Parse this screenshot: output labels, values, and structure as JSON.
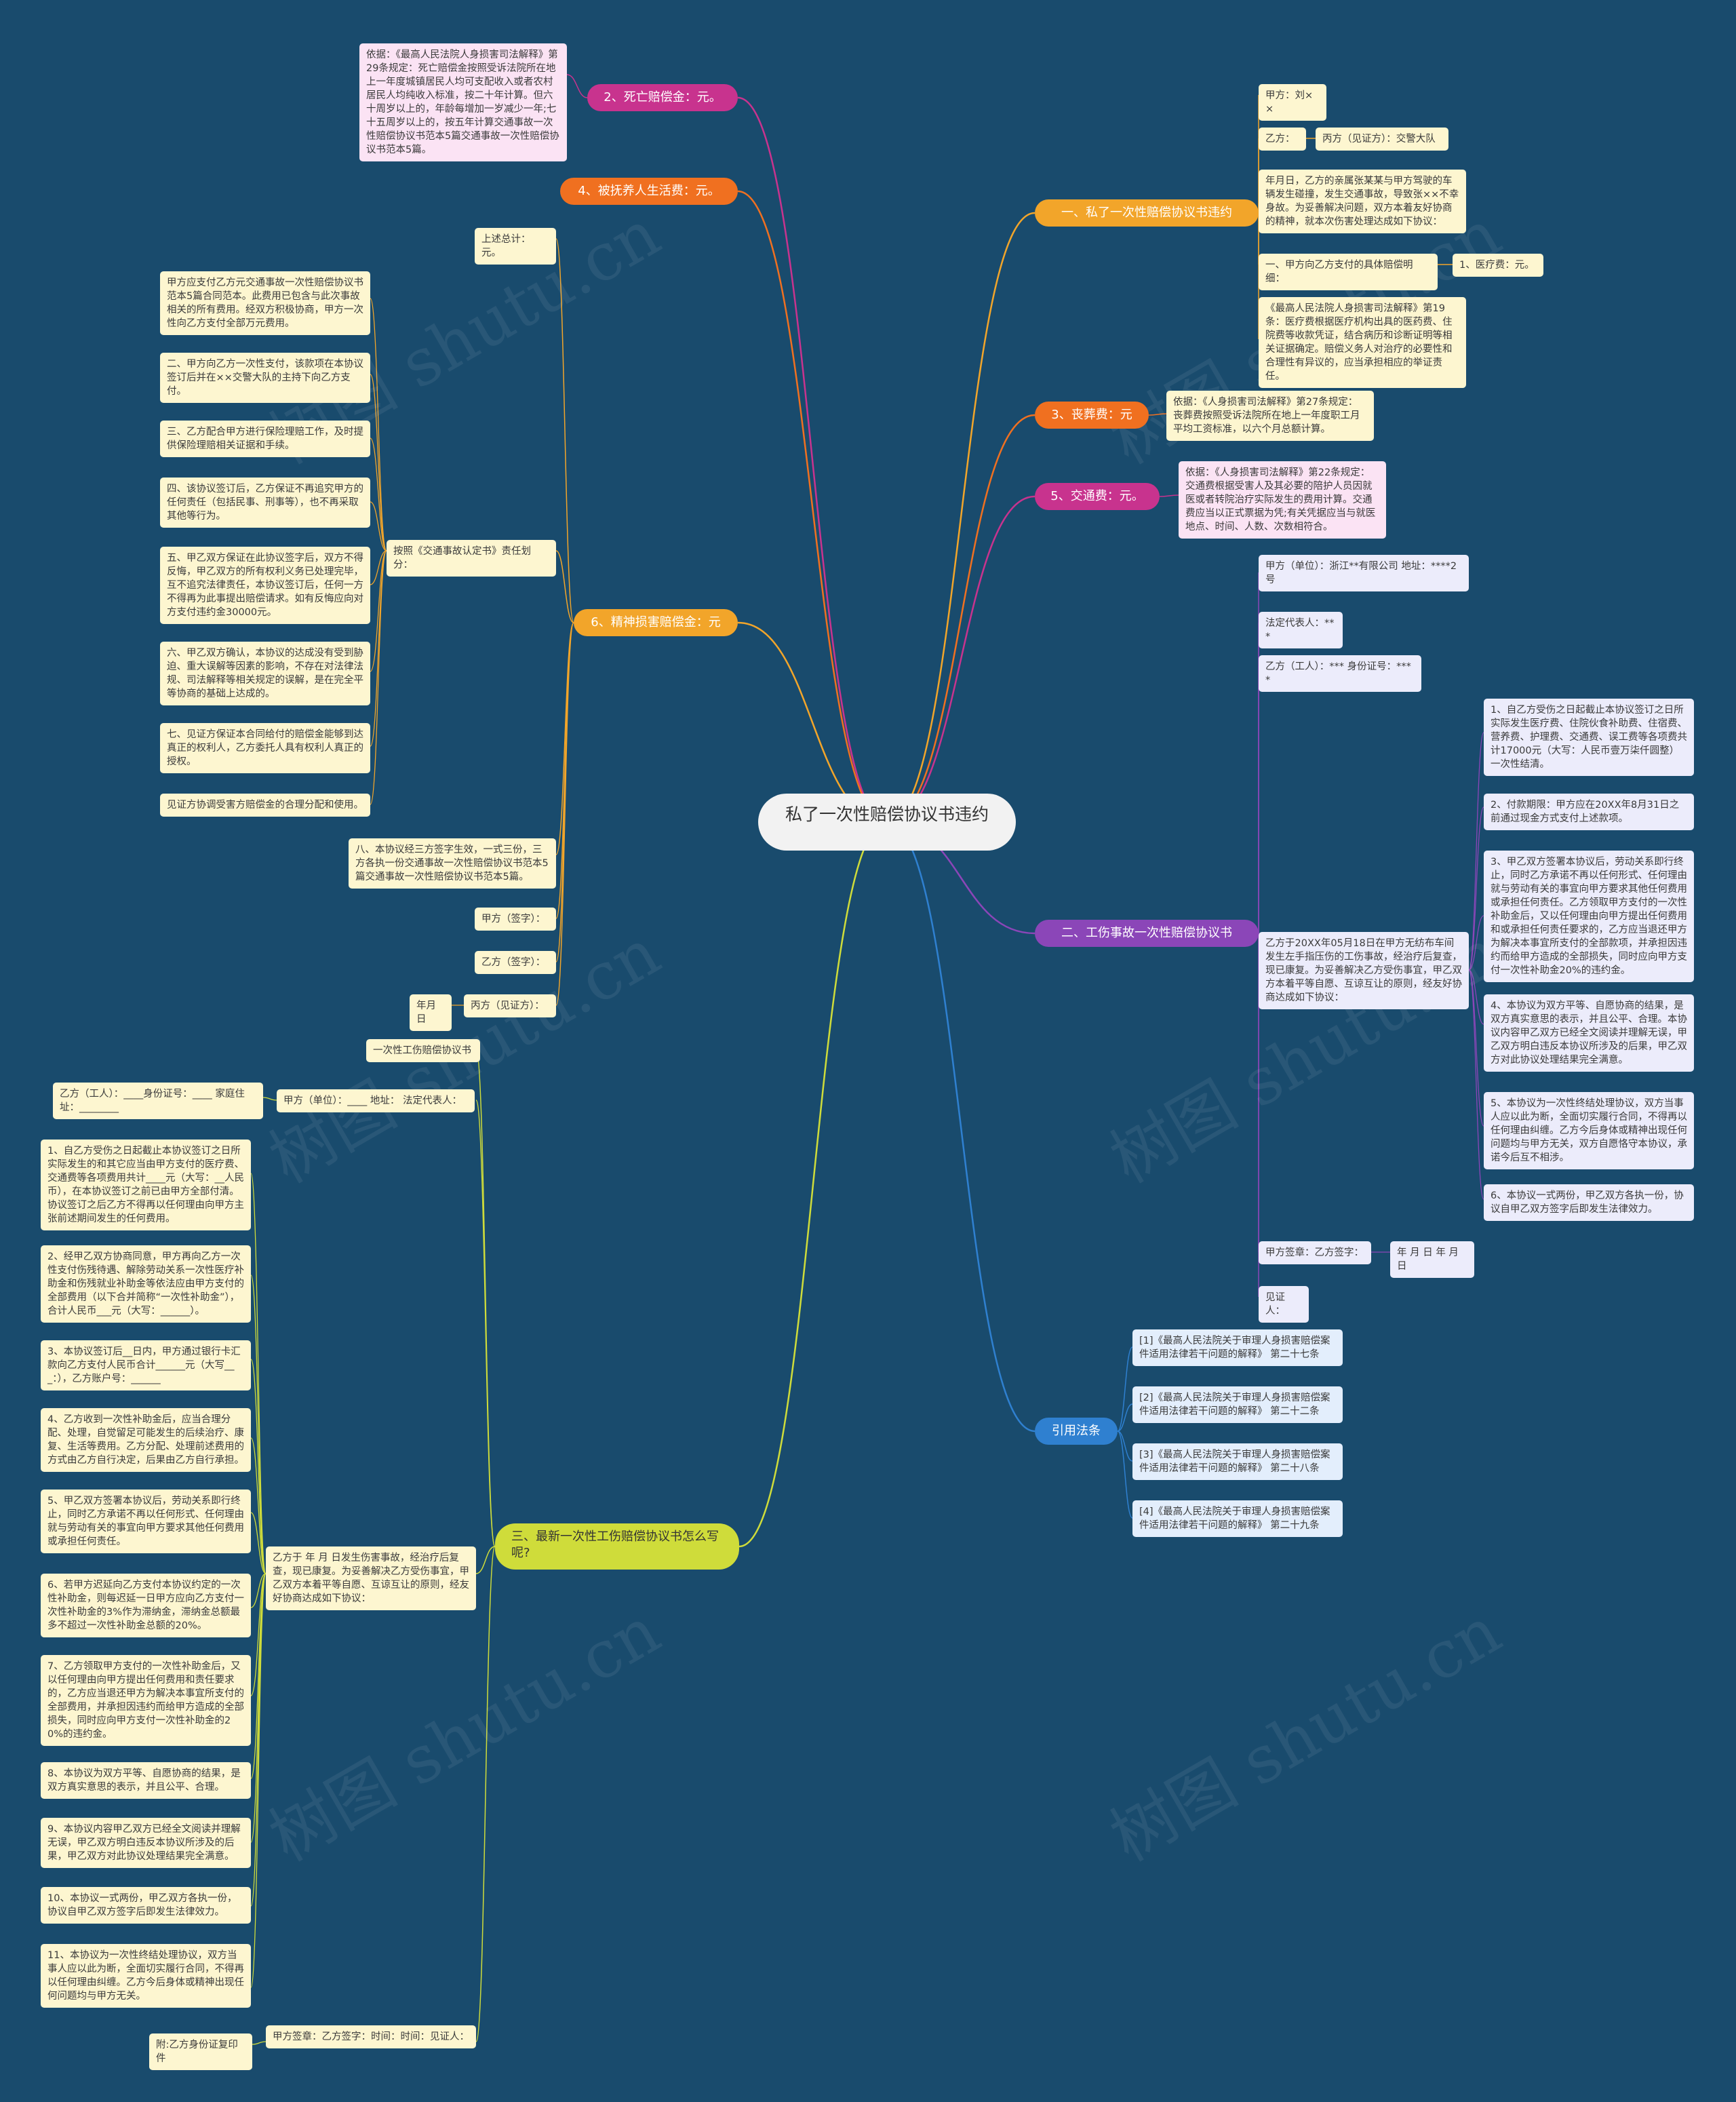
{
  "root": "私了一次性赔偿协议书违约",
  "watermark": "树图 shutu.cn",
  "colors": {
    "purple": "#8b46b8",
    "magenta": "#c8338e",
    "orange": "#f07020",
    "gold": "#f2a52a",
    "blue": "#2f80d0",
    "lime": "#cfdc3a"
  },
  "branches": {
    "b1": "一、私了一次性赔偿协议书违约",
    "b2": "二、工伤事故一次性赔偿协议书",
    "b3": "三、最新一次性工伤赔偿协议书怎么写呢?",
    "death": "2、死亡赔偿金：元。",
    "support": "4、被抚养人生活费：元。",
    "funeral": "3、丧葬费：元",
    "traffic": "5、交通费：元。",
    "mental": "6、精神损害赔偿金：元",
    "laws": "引用法条"
  },
  "b1_items": {
    "party_a": "甲方：刘××",
    "party_b": "乙方：",
    "party_c": "丙方（见证方）：交警大队",
    "intro": "年月日，乙方的亲属张某某与甲方驾驶的车辆发生碰撞，发生交通事故，导致张××不幸身故。为妥善解决问题，双方本着友好协商的精神，就本次伤害处理达成如下协议：",
    "item1": "一、甲方向乙方支付的具体赔偿明细：",
    "medical": "1、医疗费：元。",
    "basis": "《最高人民法院人身损害司法解释》第19条：医疗费根据医疗机构出具的医药费、住院费等收款凭证，结合病历和诊断证明等相关证据确定。赔偿义务人对治疗的必要性和合理性有异议的，应当承担相应的举证责任。"
  },
  "death_basis": "依据：《最高人民法院人身损害司法解释》第29条规定：死亡赔偿金按照受诉法院所在地上一年度城镇居民人均可支配收入或者农村居民人均纯收入标准，按二十年计算。但六十周岁以上的，年龄每增加一岁减少一年;七十五周岁以上的，按五年计算交通事故一次性赔偿协议书范本5篇交通事故一次性赔偿协议书范本5篇。",
  "funeral_basis": "依据：《人身损害司法解释》第27条规定：丧葬费按照受诉法院所在地上一年度职工月平均工资标准，以六个月总额计算。",
  "traffic_basis": "依据：《人身损害司法解释》第22条规定：交通费根据受害人及其必要的陪护人员因就医或者转院治疗实际发生的费用计算。交通费应当以正式票据为凭;有关凭据应当与就医地点、时间、人数、次数相符合。",
  "left_upper": {
    "total": "上述总计：元。",
    "split_by": "按照《交通事故认定书》责任划分：",
    "clauses": [
      "甲方应支付乙方元交通事故一次性赔偿协议书范本5篇合同范本。此费用已包含与此次事故相关的所有费用。经双方积极协商，甲方一次性向乙方支付全部万元费用。",
      "二、甲方向乙方一次性支付，该款项在本协议签订后并在××交警大队的主持下向乙方支付。",
      "三、乙方配合甲方进行保险理赔工作，及时提供保险理赔相关证据和手续。",
      "四、该协议签订后，乙方保证不再追究甲方的任何责任（包括民事、刑事等），也不再采取其他等行为。",
      "五、甲乙双方保证在此协议签字后，双方不得反悔，甲乙双方的所有权利义务已处理完毕，互不追究法律责任，本协议签订后，任何一方不得再为此事提出赔偿请求。如有反悔应向对方支付违约金30000元。",
      "六、甲乙双方确认，本协议的达成没有受到胁迫、重大误解等因素的影响，不存在对法律法规、司法解释等相关规定的误解，是在完全平等协商的基础上达成的。",
      "七、见证方保证本合同给付的赔偿金能够到达真正的权利人，乙方委托人具有权利人真正的授权。",
      "见证方协调受害方赔偿金的合理分配和使用。"
    ],
    "eight": "八、本协议经三方签字生效，一式三份，三方各执一份交通事故一次性赔偿协议书范本5篇交通事故一次性赔偿协议书范本5篇。",
    "sign_a": "甲方（签字）：",
    "sign_b": "乙方（签字）：",
    "sign_c": "丙方（见证方）：",
    "date": "年月日"
  },
  "b2_items": {
    "party_a": "甲方（单位）：浙江**有限公司 地址：****2号",
    "rep": "法定代表人：***",
    "party_b": "乙方（工人）：*** 身份证号：****",
    "intro": "乙方于20XX年05月18日在甲方无纺布车间发生左手指压伤的工伤事故，经治疗后复查，现已康复。为妥善解决乙方受伤事宜，甲乙双方本着平等自愿、互谅互让的原则，经友好协商达成如下协议：",
    "clauses": [
      "1、自乙方受伤之日起截止本协议签订之日所实际发生医疗费、住院伙食补助费、住宿费、营养费、护理费、交通费、误工费等各项费共计17000元（大写：人民币壹万柒仟圆整）一次性结清。",
      "2、付款期限：甲方应在20XX年8月31日之前通过现金方式支付上述款项。",
      "3、甲乙双方签署本协议后，劳动关系即行终止，同时乙方承诺不再以任何形式、任何理由就与劳动有关的事宜向甲方要求其他任何费用或承担任何责任。乙方领取甲方支付的一次性补助金后，又以任何理由向甲方提出任何费用和或承担任何责任要求的，乙方应当退还甲方为解决本事宜所支付的全部款项，并承担因违约而给甲方造成的全部损失，同时应向甲方支付一次性补助金20%的违约金。",
      "4、本协议为双方平等、自愿协商的结果，是双方真实意思的表示，并且公平、合理。本协议内容甲乙双方已经全文阅读并理解无误，甲乙双方明白违反本协议所涉及的后果，甲乙双方对此协议处理结果完全满意。",
      "5、本协议为一次性终结处理协议，双方当事人应以此为断，全面切实履行合同，不得再以任何理由纠缠。乙方今后身体或精神出现任何问题均与甲方无关，双方自愿恪守本协议，承诺今后互不相涉。",
      "6、本协议一式两份，甲乙双方各执一份，协议自甲乙双方签字后即发生法律效力。"
    ],
    "sign": "甲方签章：乙方签字：",
    "sign_date": "年 月 日 年 月 日",
    "witness": "见证人："
  },
  "laws": [
    "[1]《最高人民法院关于审理人身损害赔偿案件适用法律若干问题的解释》 第二十七条",
    "[2]《最高人民法院关于审理人身损害赔偿案件适用法律若干问题的解释》 第二十二条",
    "[3]《最高人民法院关于审理人身损害赔偿案件适用法律若干问题的解释》 第二十八条",
    "[4]《最高人民法院关于审理人身损害赔偿案件适用法律若干问题的解释》 第二十九条"
  ],
  "b3_items": {
    "title": "一次性工伤赔偿协议书",
    "party_a": "甲方（单位）：____ 地址： 法定代表人：",
    "party_b": "乙方（工人）：____身份证号：____ 家庭住址：________",
    "intro": "乙方于 年 月 日发生伤害事故，经治疗后复查，现已康复。为妥善解决乙方受伤事宜，甲乙双方本着平等自愿、互谅互让的原则，经友好协商达成如下协议：",
    "clauses": [
      "1、自乙方受伤之日起截止本协议签订之日所实际发生的和其它应当由甲方支付的医疗费、交通费等各项费用共计____元（大写：__人民币），在本协议签订之前已由甲方全部付清。协议签订之后乙方不得再以任何理由向甲方主张前述期间发生的任何费用。",
      "2、经甲乙双方协商同意，甲方再向乙方一次性支付伤残待遇、解除劳动关系一次性医疗补助金和伤残就业补助金等依法应由甲方支付的全部费用（以下合并简称“一次性补助金”），合计人民币___元（大写：______）。",
      "3、本协议签订后__日内，甲方通过银行卡汇款向乙方支付人民币合计______元（大写___：），乙方账户号：______",
      "4、乙方收到一次性补助金后，应当合理分配、处理，自觉留足可能发生的后续治疗、康复、生活等费用。乙方分配、处理前述费用的方式由乙方自行决定，后果由乙方自行承担。",
      "5、甲乙双方签署本协议后，劳动关系即行终止，同时乙方承诺不再以任何形式、任何理由就与劳动有关的事宜向甲方要求其他任何费用或承担任何责任。",
      "6、若甲方迟延向乙方支付本协议约定的一次性补助金，则每迟延一日甲方应向乙方支付一次性补助金的3%作为滞纳金，滞纳金总额最多不超过一次性补助金总额的20%。",
      "7、乙方领取甲方支付的一次性补助金后，又以任何理由向甲方提出任何费用和责任要求的，乙方应当退还甲方为解决本事宜所支付的全部费用，并承担因违约而给甲方造成的全部损失，同时应向甲方支付一次性补助金的20%的违约金。",
      "8、本协议为双方平等、自愿协商的结果，是双方真实意思的表示，并且公平、合理。",
      "9、本协议内容甲乙双方已经全文阅读并理解无误，甲乙双方明白违反本协议所涉及的后果，甲乙双方对此协议处理结果完全满意。",
      "10、本协议一式两份，甲乙双方各执一份，协议自甲乙双方签字后即发生法律效力。",
      "11、本协议为一次性终结处理协议，双方当事人应以此为断，全面切实履行合同，不得再以任何理由纠缠。乙方今后身体或精神出现任何问题均与甲方无关。"
    ],
    "sign": "甲方签章：乙方签字：时间：时间：见证人：",
    "attachment": "附:乙方身份证复印件"
  }
}
